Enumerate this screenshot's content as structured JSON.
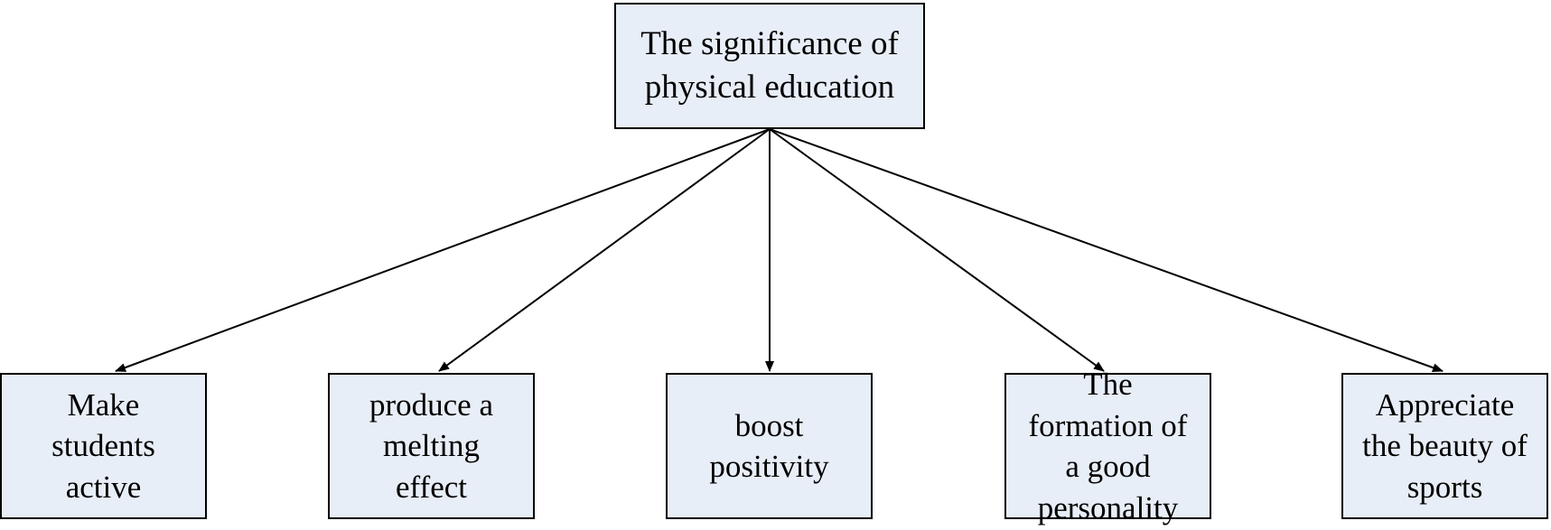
{
  "diagram": {
    "root": {
      "label": "The significance of\nphysical education"
    },
    "children": [
      {
        "label": "Make\nstudents\nactive"
      },
      {
        "label": "produce a\nmelting\neffect"
      },
      {
        "label": "boost\npositivity"
      },
      {
        "label": "The\nformation of\na good\npersonality"
      },
      {
        "label": "Appreciate\nthe beauty of\nsports"
      }
    ],
    "colors": {
      "node_fill": "#e8eef7",
      "border": "#000000",
      "edge": "#000000"
    }
  }
}
